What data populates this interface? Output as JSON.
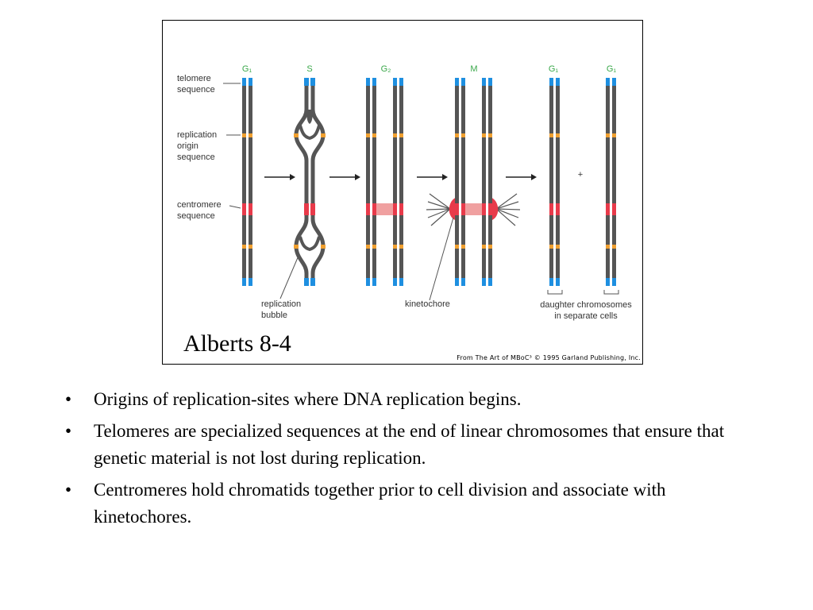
{
  "figure": {
    "stages": [
      "G₁",
      "S",
      "G₂",
      "M",
      "G₁",
      "G₁"
    ],
    "left_labels": {
      "telomere": [
        "telomere",
        "sequence"
      ],
      "origin": [
        "replication",
        "origin",
        "sequence"
      ],
      "centromere": [
        "centromere",
        "sequence"
      ]
    },
    "bottom_labels": {
      "bubble": [
        "replication",
        "bubble"
      ],
      "kinetochore": "kinetochore",
      "daughter": [
        "daughter chromosomes",
        "in separate cells"
      ]
    },
    "plus": "+",
    "caption": "Alberts 8-4",
    "credit": "From The Art of MBoC³ © 1995 Garland Publishing, Inc.",
    "colors": {
      "chromatid": "#555555",
      "telomere": "#1e8fe0",
      "origin": "#f0a030",
      "centromere": "#e83a4a",
      "stage_label": "#3aa84a"
    }
  },
  "bullets": [
    "Origins of replication-sites where DNA replication begins.",
    "Telomeres are specialized sequences at the end of linear chromosomes that ensure that genetic material is not lost during replication.",
    "Centromeres hold chromatids together prior to cell division and associate with kinetochores."
  ],
  "bullet_symbol": "•"
}
